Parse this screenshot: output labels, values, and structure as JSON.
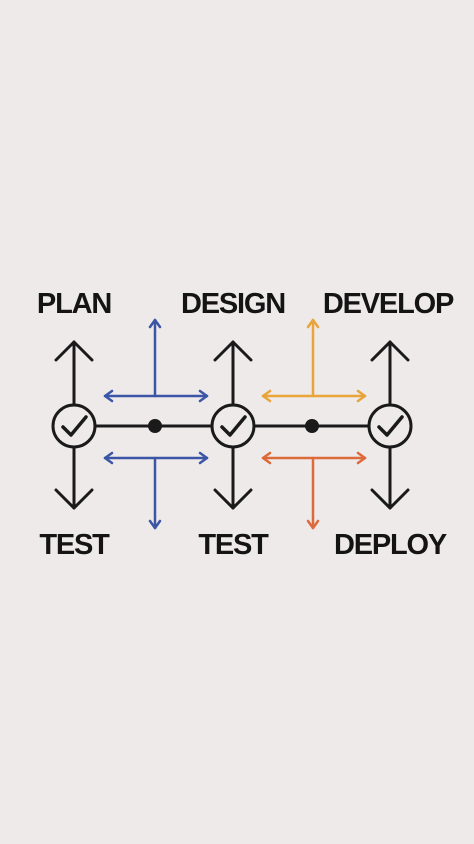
{
  "labels": {
    "plan": "PLAN",
    "design": "DESIGN",
    "develop": "DEVELOP",
    "test_left": "TEST",
    "test_middle": "TEST",
    "deploy": "DEPLOY"
  },
  "colors": {
    "background": "#eeeaea",
    "ink": "#1a1a1a",
    "blue": "#3c56a6",
    "yellow": "#e9a43a",
    "orange": "#dc6a3a"
  },
  "icons": {
    "node": "check-circle-icon",
    "junction": "dot-icon"
  }
}
